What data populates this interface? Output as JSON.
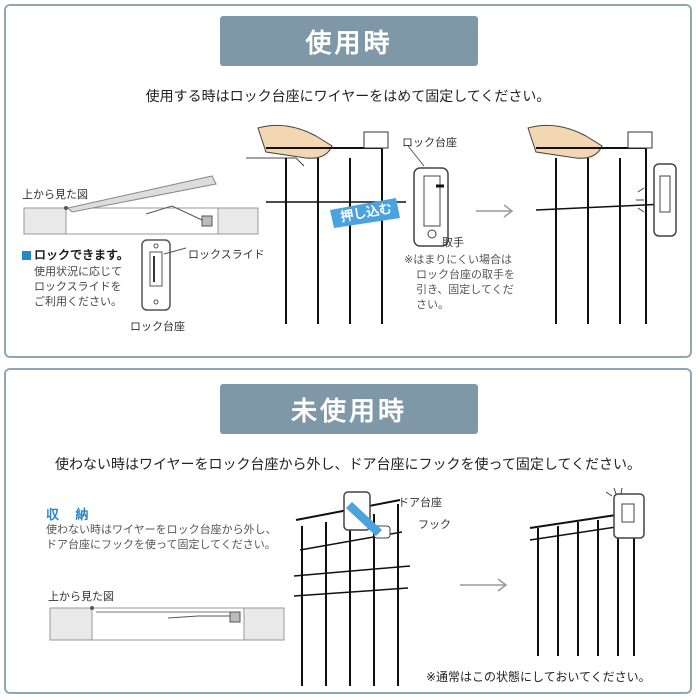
{
  "top": {
    "title": "使用時",
    "instruction": "使用する時はロック台座にワイヤーをはめて固定してください。",
    "view_label": "上から見た図",
    "lock_heading": "ロックできます。",
    "lock_desc": [
      "使用状況に応じて",
      "ロックスライドを",
      "ご利用ください。"
    ],
    "lock_slide_label": "ロックスライド",
    "lock_base_label_small": "ロック台座",
    "lock_base_label": "ロック台座",
    "push_in_label": "押し込む",
    "handle_label": "取手",
    "note": [
      "※はまりにくい場合は",
      "ロック台座の取手を",
      "引き、固定してくだ",
      "さい。"
    ]
  },
  "bottom": {
    "title": "未使用時",
    "instruction": "使わない時はワイヤーをロック台座から外し、ドア台座にフックを使って固定してください。",
    "storage_heading": "収 納",
    "storage_desc": [
      "使わない時はワイヤーをロック台座から外し、",
      "ドア台座にフックを使って固定してください。"
    ],
    "view_label": "上から見た図",
    "door_base_label": "ドア台座",
    "hook_label": "フック",
    "footnote": "※通常はこの状態にしておいてください。"
  },
  "colors": {
    "panel_border": "#8fa6b4",
    "title_bg": "#7e98a8",
    "accent_blue": "#2b86c6",
    "arrow_blue": "#4aa3dd"
  }
}
